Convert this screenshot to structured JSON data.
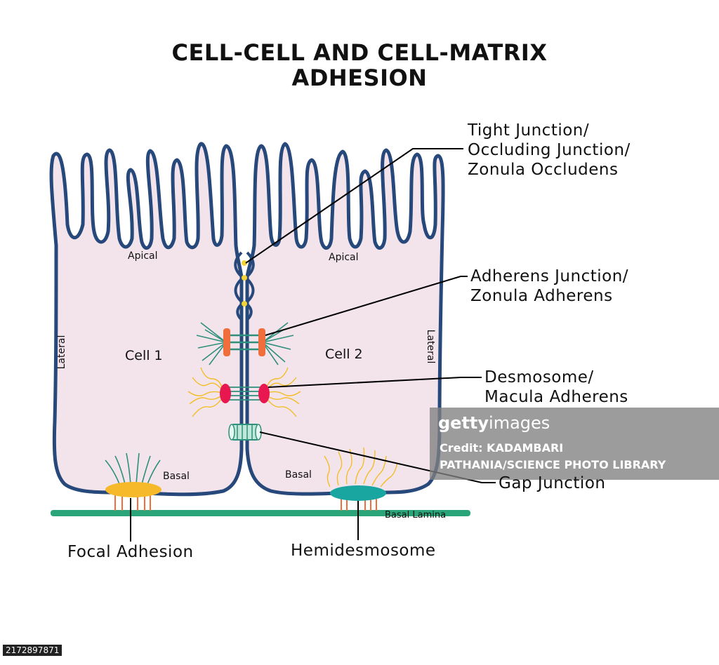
{
  "title": {
    "line1": "CELL-CELL AND CELL-MATRIX",
    "line2": "ADHESION"
  },
  "cells": {
    "cell1": {
      "name": "Cell 1",
      "apical": "Apical",
      "lateral": "Lateral",
      "basal": "Basal"
    },
    "cell2": {
      "name": "Cell 2",
      "apical": "Apical",
      "lateral": "Lateral",
      "basal": "Basal"
    }
  },
  "basal_lamina": "Basal Lamina",
  "labels": {
    "tight_junction": [
      "Tight Junction/",
      "Occluding Junction/",
      "Zonula Occludens"
    ],
    "adherens_junction": [
      "Adherens Junction/",
      "Zonula Adherens"
    ],
    "desmosome": [
      "Desmosome/",
      "Macula Adherens"
    ],
    "gap_junction": "Gap Junction",
    "focal_adhesion": "Focal Adhesion",
    "hemidesmosome": "Hemidesmosome"
  },
  "watermark": {
    "logo_bold": "getty",
    "logo_light": "images",
    "credit_line1": "Credit: KADAMBARI",
    "credit_line2": "PATHANIA/SCIENCE PHOTO LIBRARY"
  },
  "image_id": "2172897871",
  "colors": {
    "membrane": "#27487a",
    "cytoplasm": "#f3e4ec",
    "adherens": "#f06e3c",
    "desmosome": "#e8174f",
    "actin": "#2e8f7a",
    "keratin": "#f3bd27",
    "focal": "#f6b92a",
    "hemidesmosome": "#1aa6a0",
    "lamina": "#2aa57a",
    "tight": "#f3d33a"
  }
}
